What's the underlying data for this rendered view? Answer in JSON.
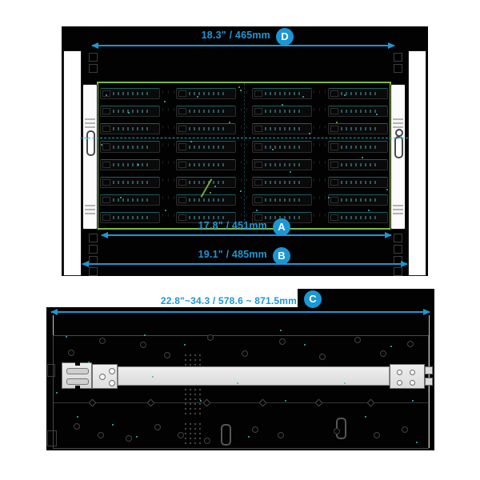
{
  "colors": {
    "accent_blue": "#1c97d5",
    "highlight_green": "#7eb93c",
    "diagram_black": "#020202",
    "rail_gray": "#e3e3e3",
    "speckle_cyan": "#36bcc6"
  },
  "front_view": {
    "bays": {
      "rows": 8,
      "cols": 4
    },
    "dim_d": {
      "letter": "D",
      "label": "18.3\" / 465mm"
    },
    "dim_a": {
      "letter": "A",
      "label": "17.8\" / 451mm"
    },
    "dim_b": {
      "letter": "B",
      "label": "19.1\" / 485mm"
    }
  },
  "rail_view": {
    "dim_c": {
      "letter": "C",
      "label": "22.8\"~34.3 / 578.6 ~ 871.5mm"
    }
  }
}
